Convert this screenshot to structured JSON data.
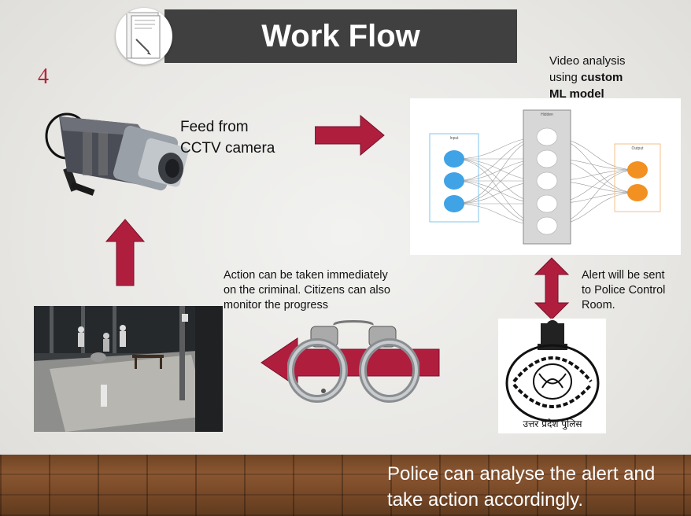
{
  "header": {
    "title": "Work Flow"
  },
  "slide_number": "4",
  "feed": {
    "line1": "Feed from",
    "line2": "CCTV camera"
  },
  "video_analysis": {
    "line1": "Video analysis",
    "line2_prefix": "using ",
    "line2_bold": "custom",
    "line3": "ML model"
  },
  "neural_net": {
    "input_label": "Input",
    "hidden_label": "Hidden",
    "output_label": "Output"
  },
  "action": {
    "line1": "Action can be taken immediately",
    "line2": "on the criminal. Citizens can also",
    "line3": "monitor the progress"
  },
  "alert": {
    "line1": "Alert will be sent",
    "line2": "to Police Control",
    "line3": "Room."
  },
  "emblem": {
    "text": "उत्तर प्रदेश पुलिस"
  },
  "footer": {
    "line1": "Police can analyse the alert and",
    "line2": "take action accordingly."
  },
  "colors": {
    "arrow": "#b01e3e",
    "title_bar": "#404040",
    "input_node": "#3fa3e6",
    "output_node": "#f39022"
  }
}
